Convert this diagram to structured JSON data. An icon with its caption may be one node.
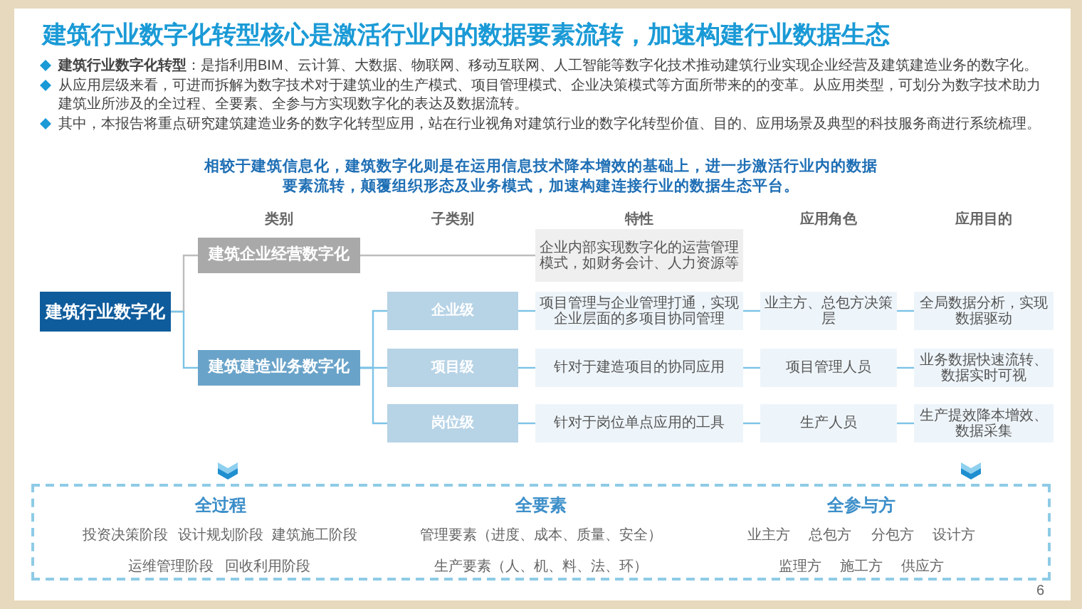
{
  "diagram": {
    "title": "建筑行业数字化转型核心是激活行业内的数据要素流转，加速构建行业数据生态",
    "nodes": [
      {
        "text": [
          "建筑行业数字化"
        ]
      },
      {
        "text": [
          "建筑企业经营数字化"
        ]
      },
      {
        "text": [
          "建筑建造业务数字化"
        ]
      },
      {
        "text": [
          "企业级"
        ]
      },
      {
        "text": [
          "项目级"
        ]
      },
      {
        "text": [
          "岗位级"
        ]
      },
      {
        "text": [
          "企业内部实现数字化的运营管理模式，如财务会计、人力资源等"
        ]
      },
      {
        "text": [
          "项目管理与企业管理打通，实现企业层面的多项目协同管理"
        ]
      },
      {
        "text": [
          "针对于建造项目的协同应用"
        ]
      },
      {
        "text": [
          "针对于岗位单点应用的工具"
        ]
      },
      {
        "text": [
          "业主方、总包方决策层"
        ]
      },
      {
        "text": [
          "项目管理人员"
        ]
      },
      {
        "text": [
          "生产人员"
        ]
      },
      {
        "text": [
          "全局数据分析，实现数据驱动"
        ]
      },
      {
        "text": [
          "业务数据快速流转、数据实时可视"
        ]
      },
      {
        "text": [
          "生产提效降本增效、数据采集"
        ]
      }
    ],
    "edges": [
      {
        "from": 0,
        "to": 1,
        "arrow": "none",
        "color": "#bdbdbd"
      },
      {
        "from": 0,
        "to": 2,
        "arrow": "none"
      },
      {
        "from": 1,
        "to": 6,
        "arrow": "none",
        "color": "#bdbdbd"
      },
      {
        "from": 2,
        "to": 3,
        "arrow": "none"
      },
      {
        "from": 2,
        "to": 4,
        "arrow": "none"
      },
      {
        "from": 2,
        "to": 5,
        "arrow": "none"
      },
      {
        "from": 3,
        "to": 7,
        "arrow": "none"
      },
      {
        "from": 4,
        "to": 8,
        "arrow": "none"
      },
      {
        "from": 5,
        "to": 9,
        "arrow": "none"
      },
      {
        "from": 7,
        "to": 10,
        "arrow": "none"
      },
      {
        "from": 8,
        "to": 11,
        "arrow": "none"
      },
      {
        "from": 9,
        "to": 12,
        "arrow": "none"
      },
      {
        "from": 10,
        "to": 13,
        "arrow": "none"
      },
      {
        "from": 11,
        "to": 14,
        "arrow": "none"
      },
      {
        "from": 12,
        "to": 15,
        "arrow": "none"
      }
    ],
    "labels": [
      "**建筑行业数字化转型**：是指利用BIM、云计算、大数据、物联网、移动互联网、人工智能等数字化技术推动建筑行业实现企业经营及建筑建造业务的数字化。",
      "从应用层级来看，可进而拆解为数字技术对于建筑业的生产模式、项目管理模式、企业决策模式等方面所带来的的变革。从应用类型，可划分为数字技术助力建筑业所涉及的全过程、全要素、全参与方实现数字化的表达及数据流转。",
      "其中，本报告将重点研究建筑建造业务的数字化转型应用，站在行业视角对建筑行业的数字化转型价值、目的、应用场景及典型的科技服务商进行系统梳理。",
      "相较于建筑信息化，建筑数字化则是在运用信息技术降本增效的基础上，进一步激活行业内的数据要素流转，颠覆组织形态及业务模式，加速构建连接行业的数据生态平台。",
      "类别",
      "子类别",
      "特性",
      "应用角色",
      "应用目的",
      "全过程",
      "全要素",
      "全参与方",
      "投资决策阶段",
      "设计规划阶段",
      "建筑施工阶段",
      "管理要素（进度、成本、质量、安全）",
      "业主方",
      "总包方",
      "分包方",
      "设计方",
      "运维管理阶段",
      "回收利用阶段",
      "生产要素（人、机、料、法、环）",
      "监理方",
      "施工方",
      "供应方",
      "6"
    ]
  }
}
